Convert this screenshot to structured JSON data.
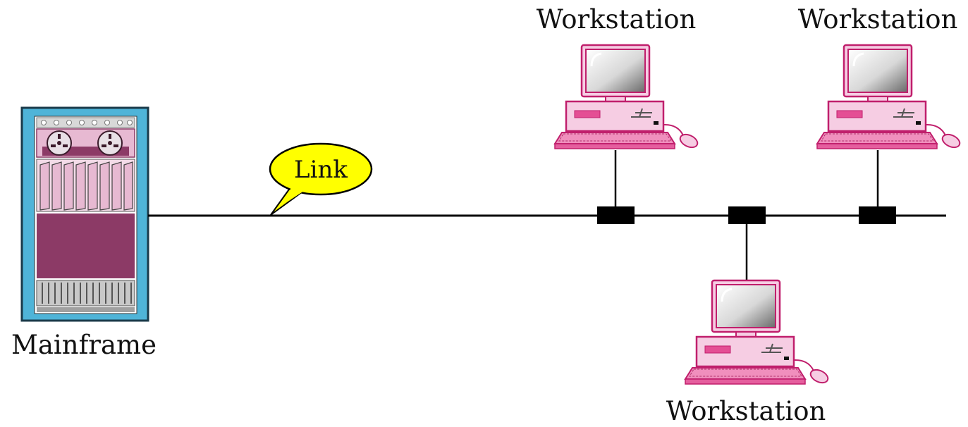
{
  "mainframe": {
    "label": "Mainframe",
    "icon": "mainframe-icon"
  },
  "link": {
    "label": "Link",
    "color": "#ffff00"
  },
  "workstations": [
    {
      "label": "Workstation",
      "icon": "workstation-icon"
    },
    {
      "label": "Workstation",
      "icon": "workstation-icon"
    },
    {
      "label": "Workstation",
      "icon": "workstation-icon"
    }
  ],
  "colors": {
    "frame_blue": "#4fb4d8",
    "rack_purple": "#8c3a66",
    "rack_pink": "#e7b9d2",
    "computer_pink": "#f6cde3",
    "computer_outline": "#c01f6c",
    "keyboard_pink": "#f08fbd",
    "bus_line": "#000000"
  }
}
